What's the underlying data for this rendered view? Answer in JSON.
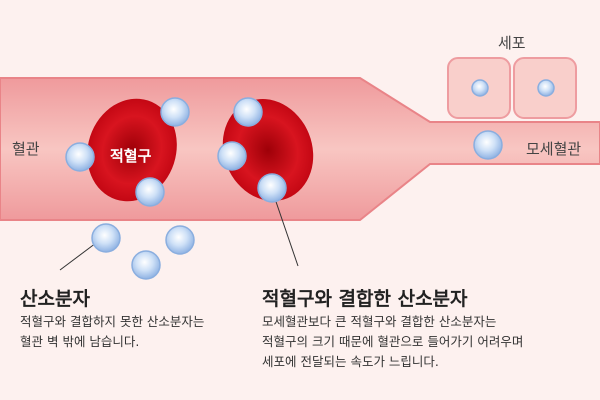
{
  "labels": {
    "vessel": "혈관",
    "rbc": "적혈구",
    "cell": "세포",
    "capillary": "모세혈관"
  },
  "free_oxygen": {
    "title": "산소분자",
    "desc": [
      "적혈구와 결합하지 못한 산소분자는",
      "혈관 벽 밖에 남습니다."
    ]
  },
  "bound_oxygen": {
    "title": "적혈구와 결합한 산소분자",
    "desc": [
      "모세혈관보다 큰 적혈구와 결합한 산소분자는",
      "적혈구의 크기 때문에 혈관으로 들어가기 어려우며",
      "세포에 전달되는 속도가 느립니다."
    ]
  },
  "colors": {
    "background": "#fdf1ef",
    "vessel_wall": "#ec8c90",
    "vessel_fill": "#f5b9b6",
    "rbc": "#d0101c",
    "oxygen": "#b9d4f3",
    "cell": "#f8c9c6"
  }
}
